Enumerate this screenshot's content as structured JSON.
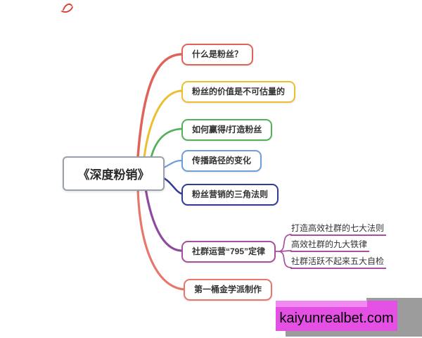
{
  "central": {
    "label": "《深度粉销》"
  },
  "branches": [
    {
      "id": "what-is-fans",
      "label": "什么是粉丝？",
      "color": "#e0635a"
    },
    {
      "id": "fans-value",
      "label": "粉丝的价值是不可估量的",
      "color": "#eebe31"
    },
    {
      "id": "how-to-win",
      "label": "如何赢得/打造粉丝",
      "color": "#55b159"
    },
    {
      "id": "spread-path",
      "label": "传播路径的变化",
      "color": "#6f9fd8"
    },
    {
      "id": "triangle-rule",
      "label": "粉丝营销的三角法则",
      "color": "#323b96"
    },
    {
      "id": "community-795",
      "label": "社群运营“795”定律",
      "color": "#a8509f",
      "children": [
        "打造高效社群的七大法则",
        "高效社群的九大铁律",
        "社群活跃不起来五大自检"
      ]
    },
    {
      "id": "first-bucket",
      "label": "第一桶金学派制作",
      "color": "#e8766b"
    }
  ],
  "curves": {
    "red": "#e0635a",
    "yellow": "#eebe31",
    "green": "#55b159",
    "lightblue": "#6f9fd8",
    "navy": "#323b96",
    "purple": "#8e4a9e",
    "salmon": "#e8766b",
    "bracket": "#a8509f"
  },
  "decor": {
    "scribble_color": "#dd3b2f"
  },
  "watermark": {
    "text": "kaiyunrealbet.com",
    "bg": "#e44fe4",
    "bg_light": "#f288f2",
    "shadow": "#9c9c9c",
    "text_color": "#000000"
  }
}
